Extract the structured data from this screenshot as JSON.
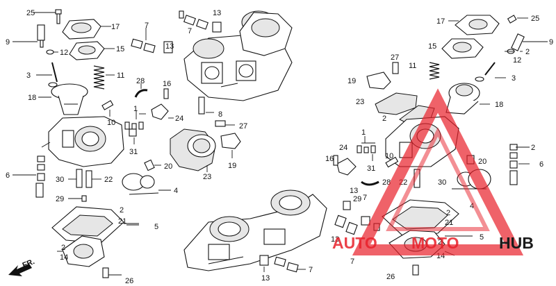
{
  "diagram": {
    "direction_label": "FR.",
    "callouts": [
      "1",
      "2",
      "3",
      "4",
      "5",
      "6",
      "7",
      "8",
      "9",
      "10",
      "11",
      "12",
      "13",
      "14",
      "15",
      "16",
      "17",
      "18",
      "19",
      "20",
      "21",
      "22",
      "23",
      "24",
      "25",
      "26",
      "27",
      "28",
      "29",
      "30",
      "31"
    ]
  },
  "watermark": {
    "word1": "AUTO",
    "word2": "MOTO",
    "word3": "HUB",
    "color_red": "#e8202a",
    "color_dark": "#1a1a1a"
  }
}
